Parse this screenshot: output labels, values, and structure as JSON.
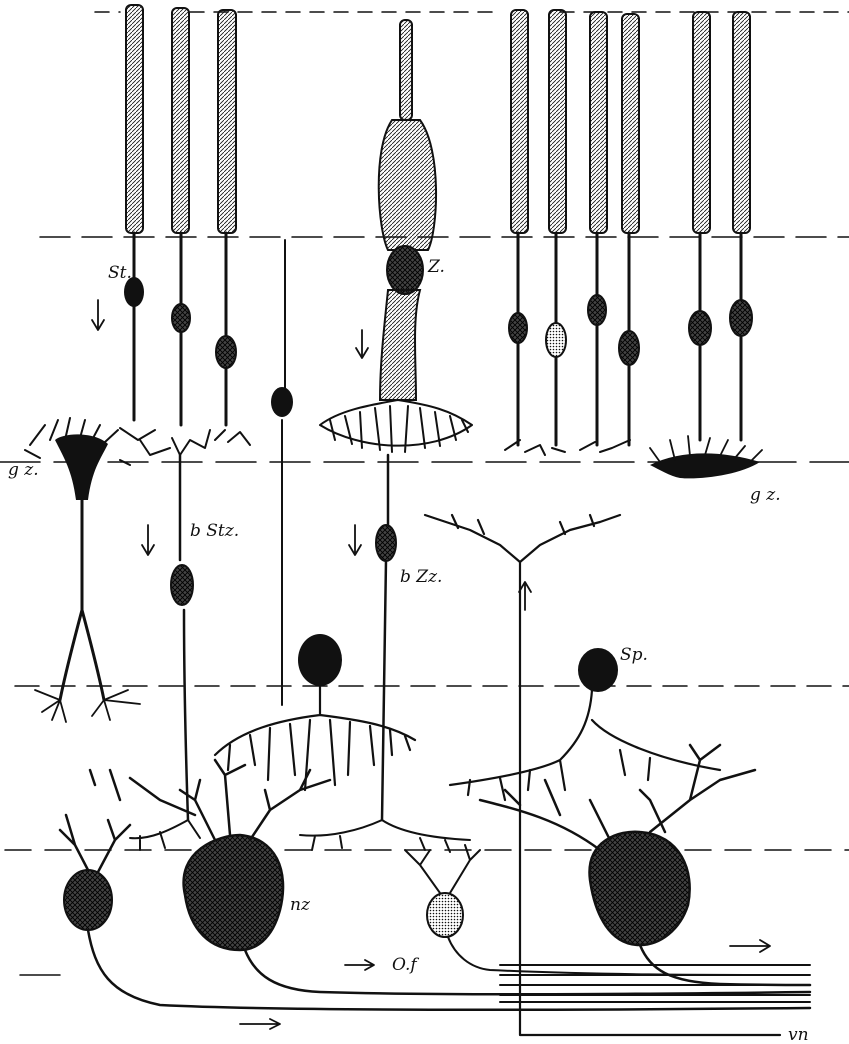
{
  "labels": {
    "st": "St.",
    "z": "Z.",
    "gz_left": "g z.",
    "gz_right": "g z.",
    "bstz": "b Stz.",
    "bzz": "b Zz.",
    "sp": "Sp.",
    "nz": "nz",
    "of": "O.f",
    "vn": "vn"
  },
  "colors": {
    "ink": "#111111",
    "paper": "#ffffff"
  }
}
